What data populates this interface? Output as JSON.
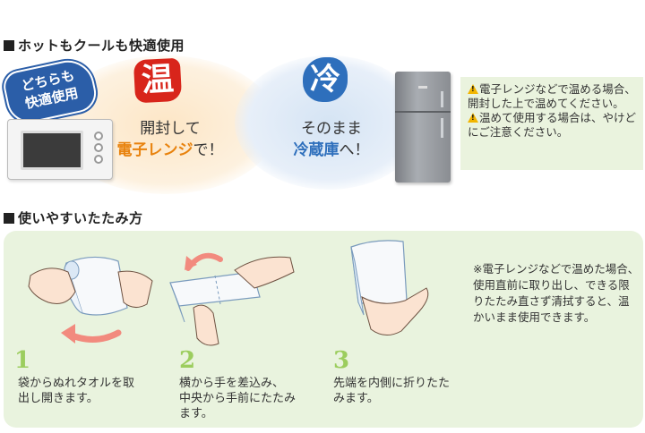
{
  "section1": {
    "title": "ホットもクールも快適使用"
  },
  "badge": {
    "line1": "どちらも",
    "line2": "快適使用"
  },
  "hot": {
    "icon_char": "温",
    "line1": "開封して",
    "emph": "電子レンジ",
    "suffix": "で！"
  },
  "cool": {
    "icon_char": "冷",
    "line1": "そのまま",
    "emph": "冷蔵庫",
    "suffix": "へ！"
  },
  "warnings": {
    "item1": "電子レンジなどで温める場合、開封した上で温めてください。",
    "item2": "温めて使用する場合は、やけどにご注意ください。"
  },
  "section2": {
    "title": "使いやすいたたみ方"
  },
  "steps": [
    {
      "num": "1",
      "text_line1": "袋からぬれタオルを取",
      "text_line2": "出し開きます。"
    },
    {
      "num": "2",
      "text_line1": "横から手を差込み、",
      "text_line2": "中央から手前にたたみ",
      "text_line3": "ます。"
    },
    {
      "num": "3",
      "text_line1": "先端を内側に折りたた",
      "text_line2": "みます。"
    }
  ],
  "note": "※電子レンジなどで温めた場合、使用直前に取り出し、できる限りたたみ直さず清拭すると、温かいまま使用できます。",
  "colors": {
    "hot_red": "#d8251b",
    "cool_blue": "#2e6fbc",
    "hot_orange": "#e8820d",
    "panel_green": "#e9f3de",
    "step_green": "#9ccd5e",
    "badge_blue": "#2b5ea8",
    "warning_yellow": "#f2b500"
  }
}
